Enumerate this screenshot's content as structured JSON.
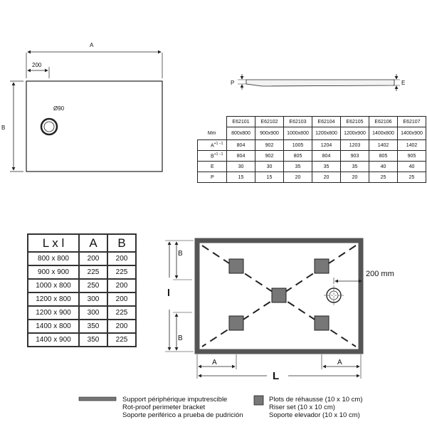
{
  "top_drawing": {
    "dim_a": "A",
    "dim_b": "B",
    "dim_200": "200",
    "drain_label": "Ø90"
  },
  "profile": {
    "p_label": "P",
    "e_label": "E"
  },
  "spec_table": {
    "columns": [
      "E62101",
      "E62102",
      "E62103",
      "E62104",
      "E62105",
      "E62106",
      "E62107"
    ],
    "mm_label": "Mm",
    "sizes": [
      "800x800",
      "900x900",
      "1000x800",
      "1200x800",
      "1200x900",
      "1400x800",
      "1400x900"
    ],
    "rows": [
      {
        "label": "A",
        "values": [
          "804",
          "902",
          "1005",
          "1204",
          "1203",
          "1402",
          "1402"
        ]
      },
      {
        "label": "B",
        "values": [
          "804",
          "902",
          "805",
          "804",
          "903",
          "805",
          "905"
        ]
      },
      {
        "label": "E",
        "values": [
          "30",
          "30",
          "35",
          "35",
          "35",
          "40",
          "40"
        ]
      },
      {
        "label": "P",
        "values": [
          "15",
          "15",
          "20",
          "20",
          "20",
          "25",
          "25"
        ]
      }
    ],
    "tolerance": "+1 −1"
  },
  "size_table": {
    "headers": [
      "L x l",
      "A",
      "B"
    ],
    "rows": [
      [
        "800 x 800",
        "200",
        "200"
      ],
      [
        "900 x 900",
        "225",
        "225"
      ],
      [
        "1000 x 800",
        "250",
        "200"
      ],
      [
        "1200 x 800",
        "300",
        "200"
      ],
      [
        "1200 x 900",
        "300",
        "225"
      ],
      [
        "1400 x 800",
        "350",
        "200"
      ],
      [
        "1400 x 900",
        "350",
        "225"
      ]
    ]
  },
  "bottom_drawing": {
    "dim_b_top": "B",
    "dim_b_bottom": "B",
    "dim_l_small": "l",
    "dim_200mm": "200 mm",
    "dim_a_left": "A",
    "dim_a_right": "A",
    "dim_L": "L"
  },
  "legend": {
    "bracket": [
      "Support périphérique imputrescible",
      "Rot-proof perimeter bracket",
      "Soporte periférico a prueba de pudrición"
    ],
    "riser": [
      "Plots de réhausse (10 x 10 cm)",
      "Riser set (10 x 10 cm)",
      "Soporte elevador (10 x 10 cm)"
    ]
  }
}
